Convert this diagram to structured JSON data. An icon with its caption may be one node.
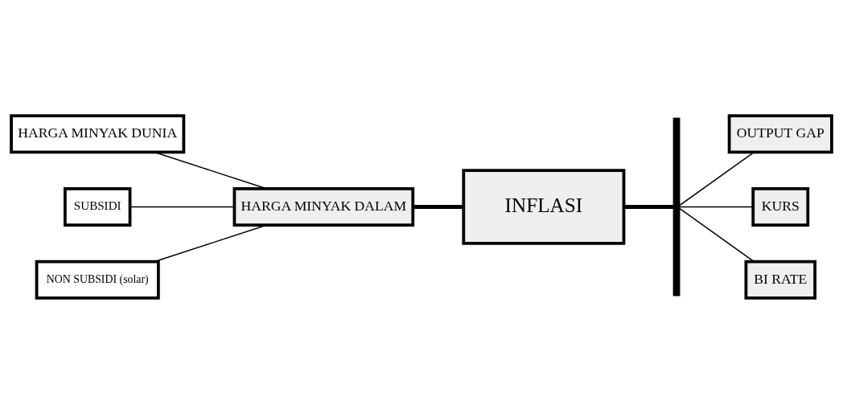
{
  "diagram": {
    "nodes": [
      {
        "text": [
          "HARGA MINYAK DUNIA"
        ]
      },
      {
        "text": [
          "HARGA MINYAK DALAM"
        ]
      },
      {
        "text": [
          "SUBSIDI"
        ]
      },
      {
        "text": [
          "NON SUBSIDI (solar)"
        ]
      },
      {
        "text": [
          "INFLASI"
        ]
      },
      {
        "text": [],
        "shape": "bar"
      },
      {
        "text": [
          "OUTPUT GAP"
        ]
      },
      {
        "text": [
          "KURS"
        ]
      },
      {
        "text": [
          "BI RATE"
        ]
      }
    ],
    "edges": [
      {
        "from": 0,
        "to": 1,
        "arrow": "none"
      },
      {
        "from": 1,
        "to": 4,
        "arrow": "none",
        "style": "thick"
      },
      {
        "from": 1,
        "to": 2,
        "arrow": "none"
      },
      {
        "from": 1,
        "to": 3,
        "arrow": "none"
      },
      {
        "from": 4,
        "to": 5,
        "arrow": "none",
        "style": "thick"
      },
      {
        "from": 5,
        "to": 6,
        "arrow": "none"
      },
      {
        "from": 5,
        "to": 7,
        "arrow": "none"
      },
      {
        "from": 5,
        "to": 8,
        "arrow": "none"
      }
    ]
  }
}
